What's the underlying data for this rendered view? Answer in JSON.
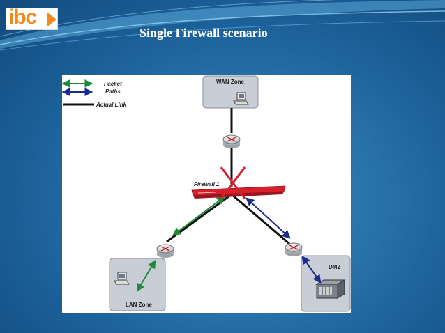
{
  "slide": {
    "title": "Single Firewall scenario"
  },
  "logo": {
    "text": "ibc"
  },
  "diagram": {
    "legend": {
      "packet_paths_line1": "Packet",
      "packet_paths_line2": "Paths",
      "actual_link": "Actual Link"
    },
    "zones": {
      "wan": "WAN Zone",
      "lan": "LAN Zone",
      "dmz": "DMZ"
    },
    "firewall_label": "Firewall 1"
  },
  "colors": {
    "packet_green": "#1e8a3a",
    "packet_blue": "#1a2c8c",
    "firewall_red": "#d8202c",
    "zone_fill": "#c8cdd6",
    "logo_orange": "#f28a1c"
  },
  "icons": [
    "router-icon",
    "computer-icon",
    "server-icon",
    "firewall-icon"
  ]
}
